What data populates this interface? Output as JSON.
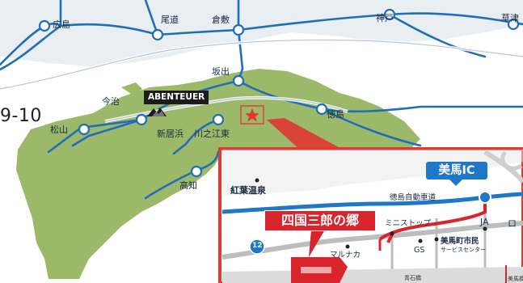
{
  "page_code": "9-10",
  "colors": {
    "land": "#9cb96a",
    "rail": "#1f6fb8",
    "highway": "#1f78c7",
    "accent": "#d8242a",
    "inset_border": "#e03a32"
  },
  "cities": {
    "hiroshima": "広島",
    "onomichi": "尾道",
    "kurashiki": "倉敷",
    "kobe": "神戸",
    "kusatsu": "草津",
    "sakaide": "坂出",
    "imabari": "今治",
    "matsuyama": "松山",
    "niihama": "新居浜",
    "kawanoe": "川之江東",
    "tokushima": "徳島",
    "kochi": "高知"
  },
  "labels": {
    "abenteuer": "ABENTEUER"
  },
  "inset": {
    "ic_name": "美馬IC",
    "expressway": "徳島自動車道",
    "venue": "四国三郎の郷",
    "onsen": "紅葉温泉",
    "ministop": "ミニストップ",
    "ja": "JA",
    "lawson_partial": "ロ",
    "city_hall": "美馬町市民",
    "service_center": "サービスセンター",
    "gs": "GS",
    "marunaka": "マルナカ",
    "route_no": "12",
    "bridge": "青石橋",
    "bridge_east": "美馬橋"
  }
}
